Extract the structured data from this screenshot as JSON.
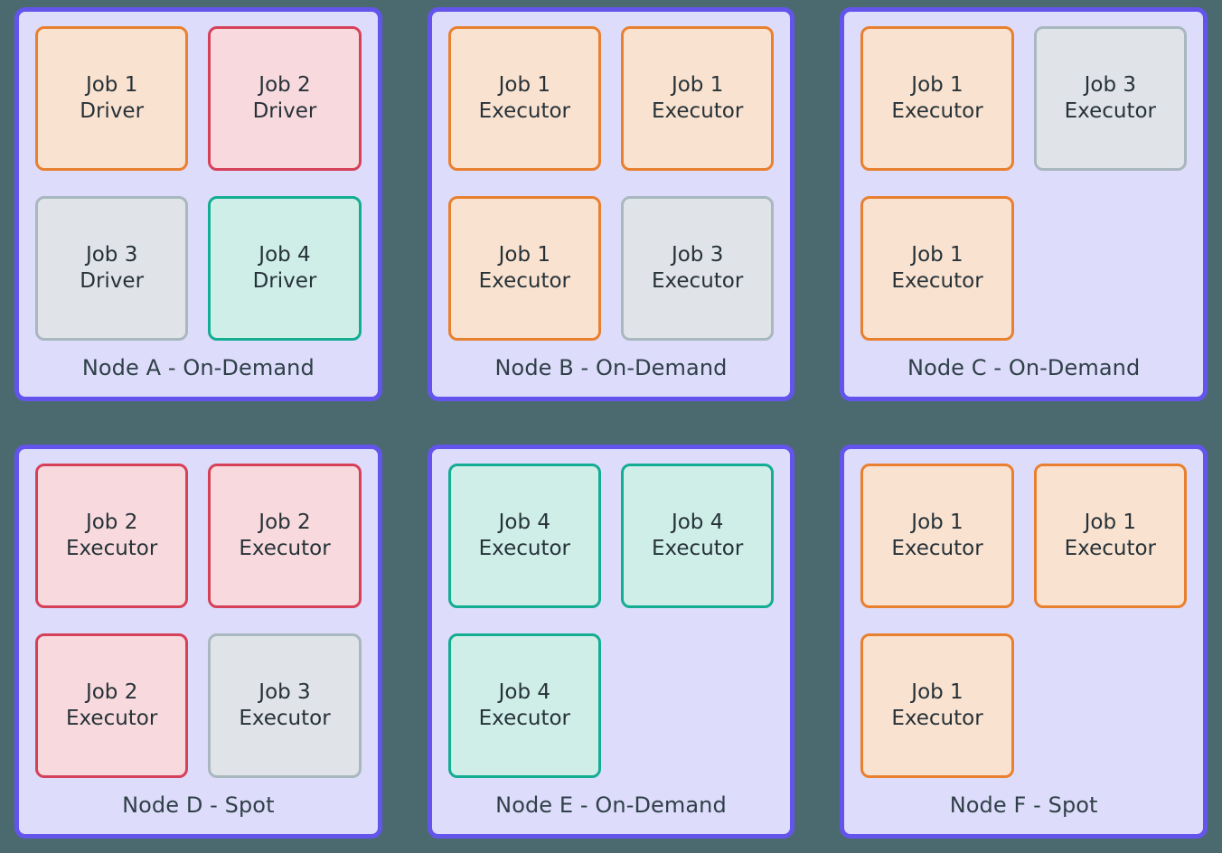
{
  "theme": {
    "page_background": "#4b6a70",
    "node_border": "#6355ec",
    "node_background": "#dedcfb",
    "label_color": "#2f4048",
    "palette": {
      "orange": {
        "border": "#e8802f",
        "fill": "#fae2d0"
      },
      "red": {
        "border": "#d6415a",
        "fill": "#f8dade"
      },
      "gray": {
        "border": "#a9b7bf",
        "fill": "#e0e4e8"
      },
      "teal": {
        "border": "#13ad92",
        "fill": "#cfeee8"
      }
    }
  },
  "nodes": [
    {
      "id": "node-a",
      "label": "Node A - On-Demand",
      "name": "Node A",
      "lifecycle": "On-Demand",
      "cards": [
        {
          "job": "Job 1",
          "role": "Driver",
          "color": "orange"
        },
        {
          "job": "Job 2",
          "role": "Driver",
          "color": "red"
        },
        {
          "job": "Job 3",
          "role": "Driver",
          "color": "gray"
        },
        {
          "job": "Job 4",
          "role": "Driver",
          "color": "teal"
        }
      ]
    },
    {
      "id": "node-b",
      "label": "Node B - On-Demand",
      "name": "Node B",
      "lifecycle": "On-Demand",
      "cards": [
        {
          "job": "Job 1",
          "role": "Executor",
          "color": "orange"
        },
        {
          "job": "Job 1",
          "role": "Executor",
          "color": "orange"
        },
        {
          "job": "Job 1",
          "role": "Executor",
          "color": "orange"
        },
        {
          "job": "Job 3",
          "role": "Executor",
          "color": "gray"
        }
      ]
    },
    {
      "id": "node-c",
      "label": "Node C - On-Demand",
      "name": "Node C",
      "lifecycle": "On-Demand",
      "cards": [
        {
          "job": "Job 1",
          "role": "Executor",
          "color": "orange"
        },
        {
          "job": "Job 3",
          "role": "Executor",
          "color": "gray"
        },
        {
          "job": "Job 1",
          "role": "Executor",
          "color": "orange"
        }
      ]
    },
    {
      "id": "node-d",
      "label": "Node D - Spot",
      "name": "Node D",
      "lifecycle": "Spot",
      "cards": [
        {
          "job": "Job 2",
          "role": "Executor",
          "color": "red"
        },
        {
          "job": "Job 2",
          "role": "Executor",
          "color": "red"
        },
        {
          "job": "Job 2",
          "role": "Executor",
          "color": "red"
        },
        {
          "job": "Job 3",
          "role": "Executor",
          "color": "gray"
        }
      ]
    },
    {
      "id": "node-e",
      "label": "Node E - On-Demand",
      "name": "Node E",
      "lifecycle": "On-Demand",
      "cards": [
        {
          "job": "Job 4",
          "role": "Executor",
          "color": "teal"
        },
        {
          "job": "Job 4",
          "role": "Executor",
          "color": "teal"
        },
        {
          "job": "Job 4",
          "role": "Executor",
          "color": "teal"
        }
      ]
    },
    {
      "id": "node-f",
      "label": "Node F - Spot",
      "name": "Node F",
      "lifecycle": "Spot",
      "cards": [
        {
          "job": "Job 1",
          "role": "Executor",
          "color": "orange"
        },
        {
          "job": "Job 1",
          "role": "Executor",
          "color": "orange"
        },
        {
          "job": "Job 1",
          "role": "Executor",
          "color": "orange"
        }
      ]
    }
  ]
}
